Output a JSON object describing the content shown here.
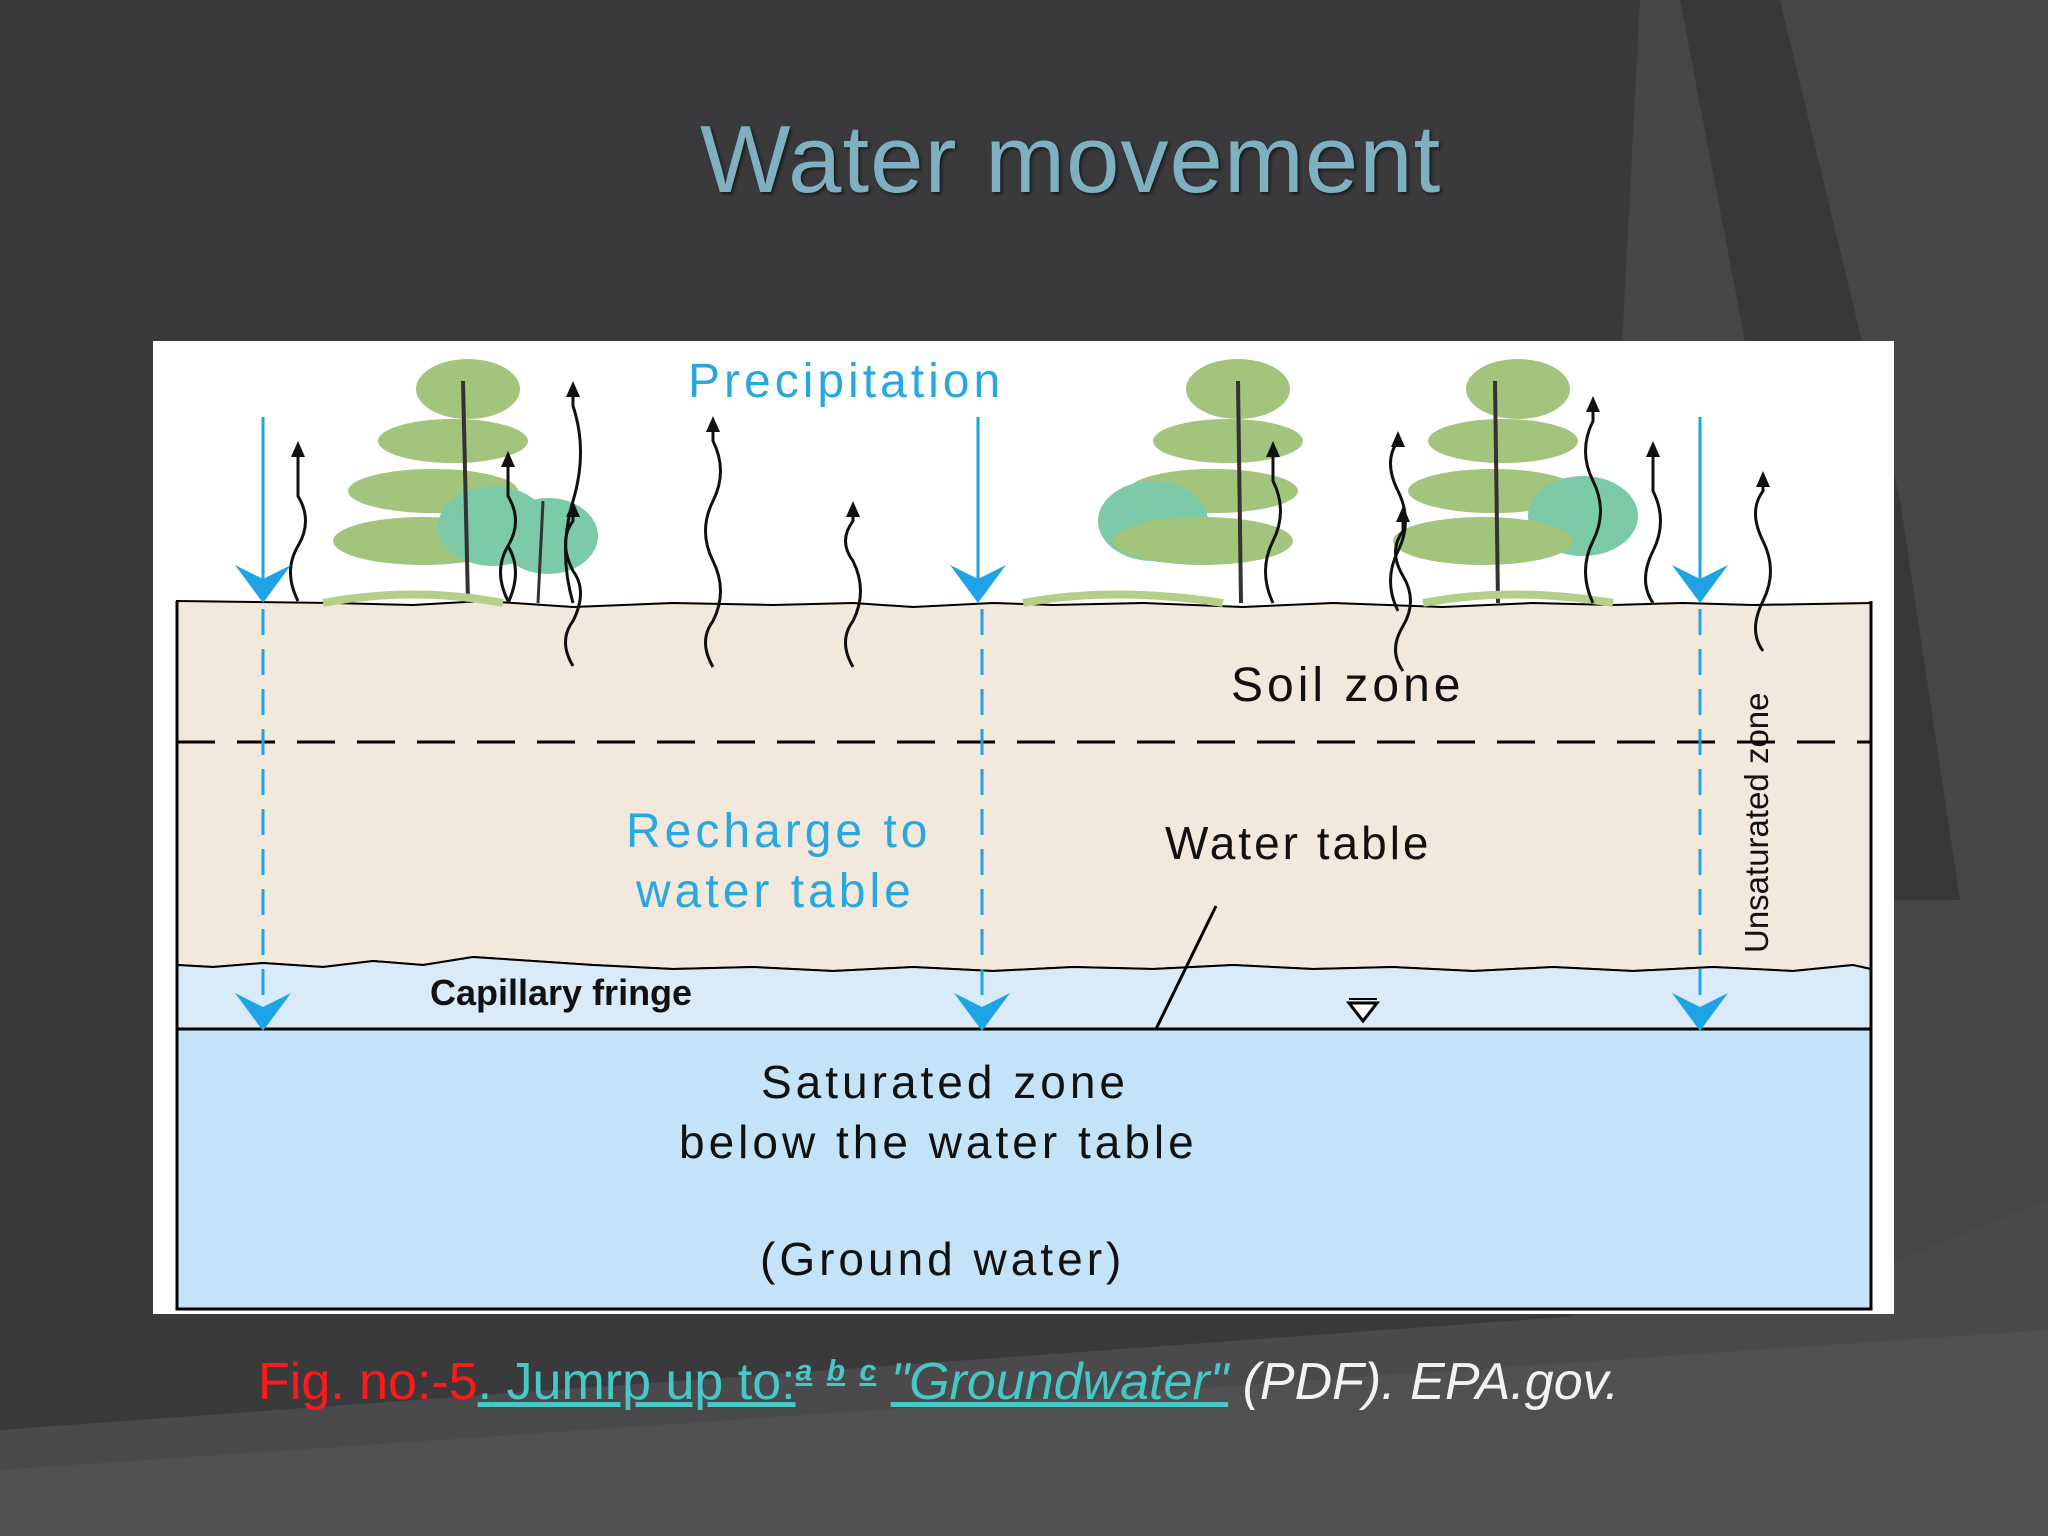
{
  "slide": {
    "title": "Water movement"
  },
  "diagram": {
    "precipitation_label": "Precipitation",
    "soil_zone_label": "Soil zone",
    "unsaturated_zone_label": "Unsaturated zone",
    "recharge_label_line1": "Recharge to",
    "recharge_label_line2": "water table",
    "water_table_label": "Water table",
    "capillary_fringe_label": "Capillary fringe",
    "saturated_line1": "Saturated zone",
    "saturated_line2": "below the water table",
    "saturated_line3": "(Ground water)",
    "colors": {
      "soil": "#f3e8dc",
      "capillary": "#d9ebf9",
      "saturated": "#c5e3f8",
      "arrow": "#1ea4e6",
      "label_blue": "#29a8e0",
      "tree": "#9dc07a",
      "shrub": "#7ccaa8"
    }
  },
  "caption": {
    "fig_label": "Fig. no:-5",
    "dot": ".",
    "jump_link": " Jumrp up to:",
    "sup_a": "a",
    "sup_b": "b",
    "sup_c": "c",
    "doc_link": "\"Groundwater\"",
    "source": " (PDF). EPA.gov."
  }
}
